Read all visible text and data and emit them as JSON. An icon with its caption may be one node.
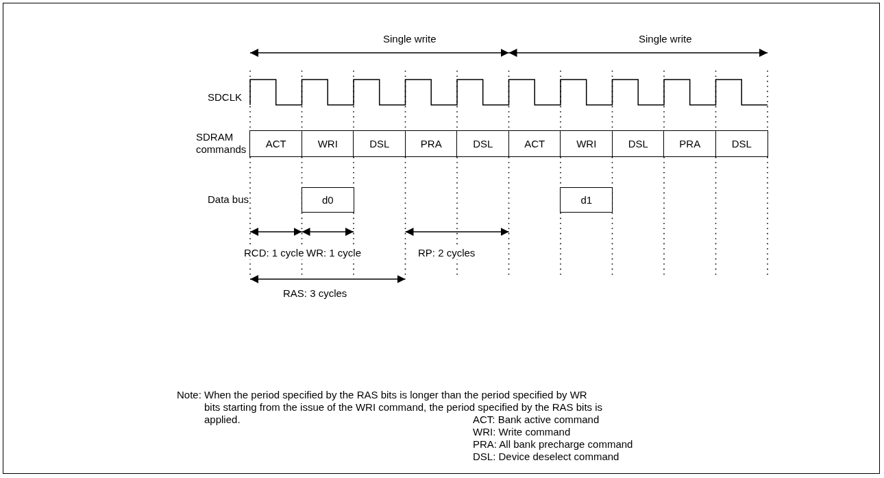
{
  "diagram": {
    "nodes": [
      {
        "text": [
          "ACT"
        ]
      },
      {
        "text": [
          "WRI"
        ]
      },
      {
        "text": [
          "DSL"
        ]
      },
      {
        "text": [
          "PRA"
        ]
      },
      {
        "text": [
          "DSL"
        ]
      },
      {
        "text": [
          "ACT"
        ]
      },
      {
        "text": [
          "WRI"
        ]
      },
      {
        "text": [
          "DSL"
        ]
      },
      {
        "text": [
          "PRA"
        ]
      },
      {
        "text": [
          "DSL"
        ]
      },
      {
        "text": [
          "d0"
        ]
      },
      {
        "text": [
          "d1"
        ]
      }
    ],
    "labels": [
      "Single write",
      "Single write",
      "SDCLK",
      "SDRAM commands",
      "Data bus",
      "RCD: 1 cycle",
      "WR: 1 cycle",
      "RP: 2 cycles",
      "RAS: 3 cycles",
      "Note:",
      "When the period specified by the RAS bits is longer than the period specified by WR bits starting from the issue of the WRI command, the period specified by the RAS bits is applied.",
      "ACT: Bank active command",
      "WRI: Write command",
      "PRA: All bank precharge command",
      "DSL: Device deselect command"
    ]
  }
}
